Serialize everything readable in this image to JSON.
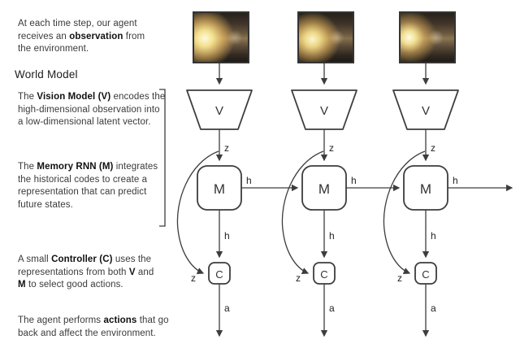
{
  "panel": {
    "p1": [
      {
        "text": "At each time step, our agent receives an ",
        "bold": false
      },
      {
        "text": "observation",
        "bold": true
      },
      {
        "text": " from the environment.",
        "bold": false
      }
    ],
    "heading": "World Model",
    "p2": [
      {
        "text": "The ",
        "bold": false
      },
      {
        "text": "Vision Model (V)",
        "bold": true
      },
      {
        "text": " encodes the high-dimensional observation into a low-dimensional latent vector.",
        "bold": false
      }
    ],
    "p3": [
      {
        "text": "The ",
        "bold": false
      },
      {
        "text": "Memory RNN (M)",
        "bold": true
      },
      {
        "text": " integrates the historical codes to create a representation that can predict future states.",
        "bold": false
      }
    ],
    "p4": [
      {
        "text": "A small ",
        "bold": false
      },
      {
        "text": "Controller (C)",
        "bold": true
      },
      {
        "text": " uses the representations from both ",
        "bold": false
      },
      {
        "text": "V",
        "bold": true
      },
      {
        "text": " and ",
        "bold": false
      },
      {
        "text": "M",
        "bold": true
      },
      {
        "text": " to select good actions.",
        "bold": false
      }
    ],
    "p5": [
      {
        "text": "The agent performs ",
        "bold": false
      },
      {
        "text": "actions",
        "bold": true
      },
      {
        "text": " that go back and affect the environment.",
        "bold": false
      }
    ]
  },
  "diagram": {
    "v_label": "V",
    "m_label": "M",
    "c_label": "C",
    "z_label": "z",
    "h_label": "h",
    "a_label": "a"
  },
  "colors": {
    "stroke": "#3d3d3d",
    "text": "#333333"
  }
}
